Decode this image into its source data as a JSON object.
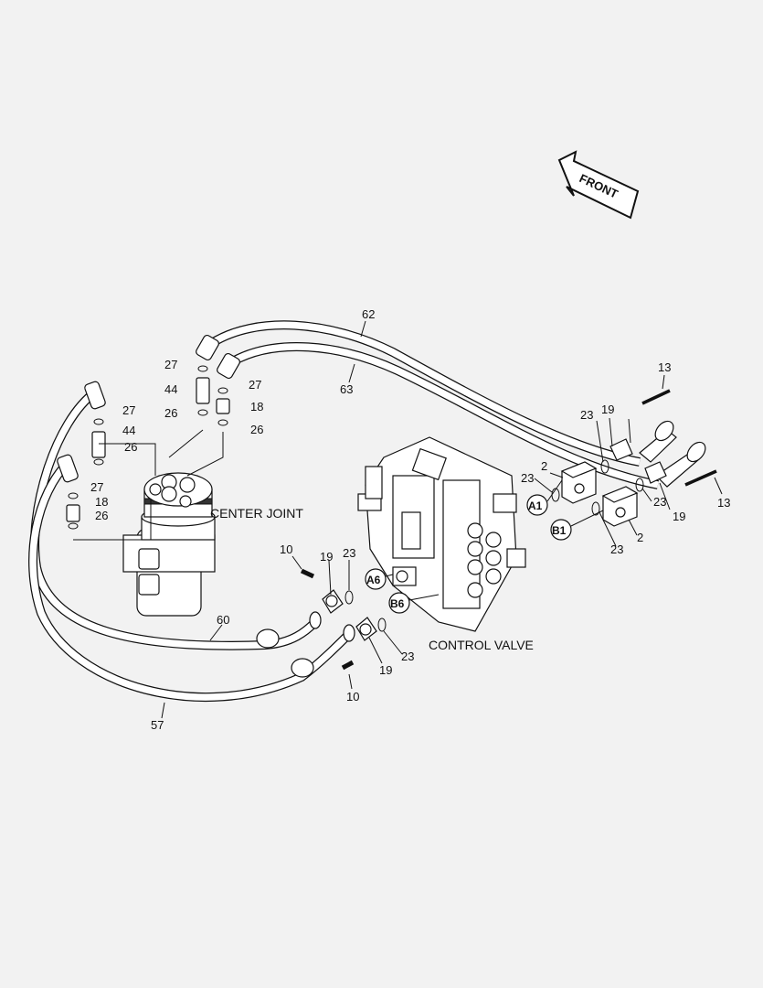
{
  "diagram": {
    "front_label": "FRONT",
    "center_joint_label": "CENTER JOINT",
    "control_valve_label": "CONTROL VALVE",
    "ports": {
      "a1": "A1",
      "b1": "B1",
      "a6": "A6",
      "b6": "B6"
    },
    "callouts": {
      "c62": "62",
      "c63": "63",
      "c60": "60",
      "c57": "57",
      "c27_a": "27",
      "c44_a": "44",
      "c26_a": "26",
      "c27_b": "27",
      "c18_a": "18",
      "c26_b": "26",
      "c27_c": "27",
      "c44_b": "44",
      "c26_c": "26",
      "c27_d": "27",
      "c18_b": "18",
      "c26_d": "26",
      "c13_a": "13",
      "c13_b": "13",
      "c19_a": "19",
      "c19_b": "19",
      "c19_c": "19",
      "c19_d": "19",
      "c23_a": "23",
      "c23_b": "23",
      "c23_c": "23",
      "c23_d": "23",
      "c23_e": "23",
      "c23_f": "23",
      "c2_a": "2",
      "c2_b": "2",
      "c10_a": "10",
      "c10_b": "10"
    }
  }
}
